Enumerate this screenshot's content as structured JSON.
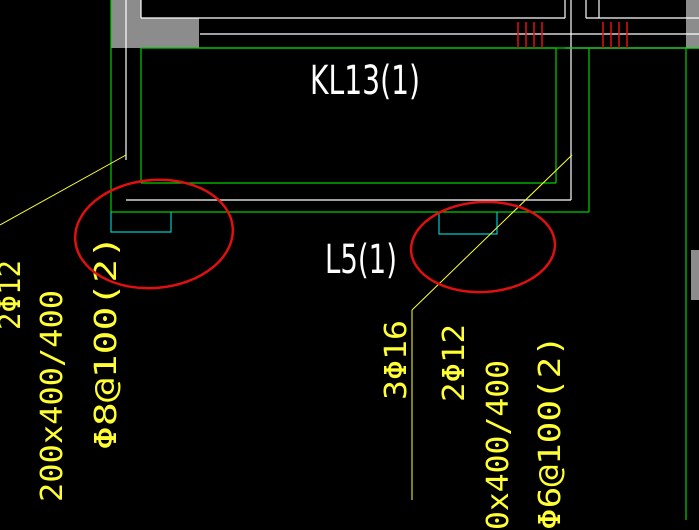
{
  "beams": {
    "kl13": "KL13(1)",
    "l5": "L5(1)"
  },
  "annotations": {
    "left_rebar": "2Φ12",
    "left_section": "200x400/400",
    "left_stirrup": "Φ8@100(2)",
    "right_top_rebar": "3Φ16",
    "right_bottom_rebar": "2Φ12",
    "right_section": "0x400/400",
    "right_stirrup": "Φ6@100(2)"
  },
  "colors": {
    "background": "#000000",
    "beam_lines": "#00d000",
    "wall_lines": "#ffffff",
    "wall_fill": "#8c8c8c",
    "annotation_text": "#ffff33",
    "support_lines": "#00c8c8",
    "highlight_ellipse": "#e01010",
    "rebar_marks": "#e01010"
  }
}
